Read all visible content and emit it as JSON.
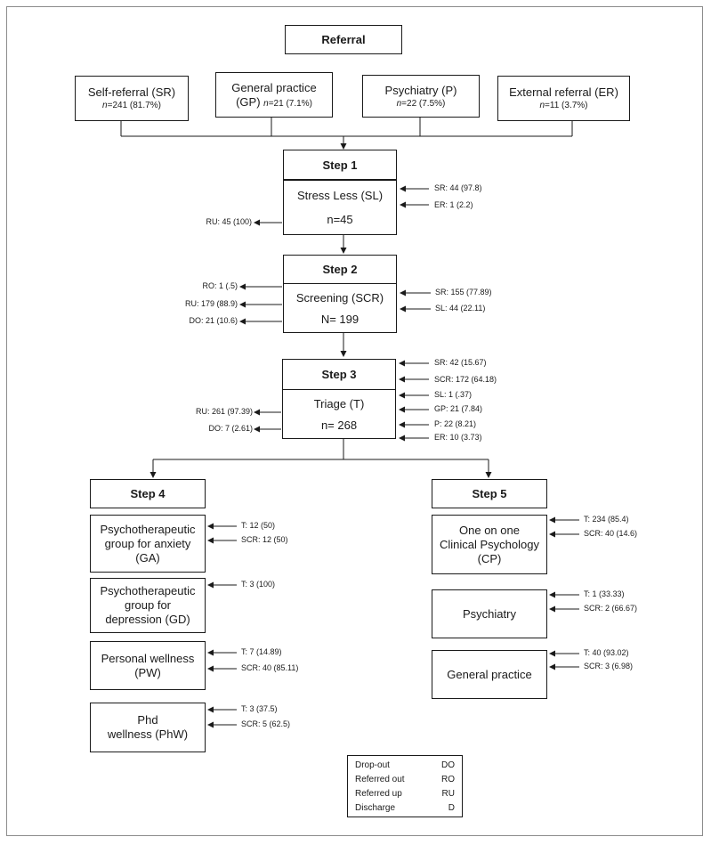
{
  "referral": {
    "title": "Referral",
    "sources": [
      {
        "line1": "Self-referral (SR)",
        "n": "n",
        "count": "=241 (81.7%)"
      },
      {
        "line1": "General practice",
        "line2a": "(GP)",
        "n": "n",
        "count": "=21 (7.1%)"
      },
      {
        "line1": "Psychiatry (P)",
        "n": "n",
        "count": "=22 (7.5%)"
      },
      {
        "line1": "External referral (ER)",
        "n": "n",
        "count": "=11 (3.7%)"
      }
    ]
  },
  "step1": {
    "title": "Step 1",
    "name": "Stress Less (SL)",
    "count": "n=45",
    "inputs": [
      "SR: 44 (97.8)",
      "ER: 1 (2.2)"
    ],
    "outputs": [
      "RU: 45 (100)"
    ]
  },
  "step2": {
    "title": "Step 2",
    "name": "Screening (SCR)",
    "count": "N= 199",
    "inputs": [
      "SR: 155 (77.89)",
      "SL: 44 (22.11)"
    ],
    "outputs": [
      "RO: 1 (.5)",
      "RU: 179 (88.9)",
      "DO: 21 (10.6)"
    ]
  },
  "step3": {
    "title": "Step 3",
    "name": "Triage (T)",
    "count": "n= 268",
    "inputs": [
      "SR: 42 (15.67)",
      "SCR: 172 (64.18)",
      "SL: 1 (.37)",
      "GP: 21 (7.84)",
      "P: 22 (8.21)",
      "ER: 10 (3.73)"
    ],
    "outputs": [
      "RU: 261 (97.39)",
      "DO: 7 (2.61)"
    ]
  },
  "step4": {
    "title": "Step 4",
    "programs": [
      {
        "lines": [
          "Psychotherapeutic",
          "group for anxiety",
          "(GA)"
        ],
        "inputs": [
          "T: 12 (50)",
          "SCR: 12 (50)"
        ]
      },
      {
        "lines": [
          "Psychotherapeutic",
          "group for",
          "depression (GD)"
        ],
        "inputs": [
          "T: 3 (100)"
        ]
      },
      {
        "lines": [
          "Personal wellness",
          "(PW)"
        ],
        "inputs": [
          "T: 7 (14.89)",
          "SCR: 40 (85.11)"
        ]
      },
      {
        "lines": [
          "Phd",
          "wellness  (PhW)"
        ],
        "inputs": [
          "T: 3 (37.5)",
          "SCR: 5 (62.5)"
        ]
      }
    ]
  },
  "step5": {
    "title": "Step 5",
    "programs": [
      {
        "lines": [
          "One on one",
          "Clinical Psychology",
          "(CP)"
        ],
        "inputs": [
          "T: 234 (85.4)",
          "SCR: 40 (14.6)"
        ]
      },
      {
        "lines": [
          "Psychiatry"
        ],
        "inputs": [
          "T: 1 (33.33)",
          "SCR: 2 (66.67)"
        ]
      },
      {
        "lines": [
          "General practice"
        ],
        "inputs": [
          "T: 40 (93.02)",
          "SCR: 3 (6.98)"
        ]
      }
    ]
  },
  "legend": [
    {
      "term": "Drop-out",
      "abbr": "DO"
    },
    {
      "term": "Referred out",
      "abbr": "RO"
    },
    {
      "term": "Referred up",
      "abbr": "RU"
    },
    {
      "term": "Discharge",
      "abbr": "D"
    }
  ]
}
